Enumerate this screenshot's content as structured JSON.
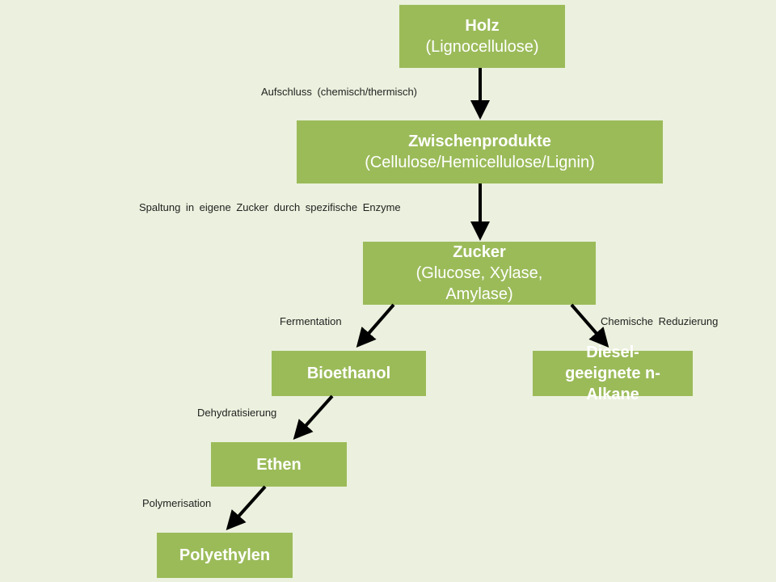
{
  "nodes": {
    "holz": {
      "title": "Holz",
      "subtitle": "(Lignocellulose)"
    },
    "zwischen": {
      "title": "Zwischenprodukte",
      "subtitle": "(Cellulose/Hemicellulose/Lignin)"
    },
    "zucker": {
      "title": "Zucker",
      "subtitle_line1": "(Glucose, Xylase,",
      "subtitle_line2": "Amylase)"
    },
    "bioethanol": {
      "title": "Bioethanol"
    },
    "diesel": {
      "line1": "Diesel-",
      "line2": "geeignete n-",
      "line3": "Alkane"
    },
    "ethen": {
      "title": "Ethen"
    },
    "polyethylen": {
      "title": "Polyethylen"
    }
  },
  "edges": {
    "aufschluss": "Aufschluss (chemisch/thermisch)",
    "spaltung": "Spaltung in eigene Zucker durch spezifische Enzyme",
    "fermentation": "Fermentation",
    "reduzierung": "Chemische Reduzierung",
    "dehydratisierung": "Dehydratisierung",
    "polymerisation": "Polymerisation"
  },
  "colors": {
    "background": "#ebf1de",
    "box": "#9bbb59",
    "arrow": "#000000"
  }
}
